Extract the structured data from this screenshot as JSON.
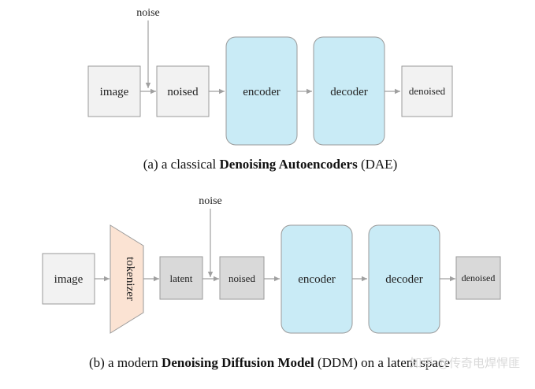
{
  "panel_a": {
    "noise_label": "noise",
    "image_label": "image",
    "noised_label": "noised",
    "encoder_label": "encoder",
    "decoder_label": "decoder",
    "denoised_label": "denoised",
    "caption_prefix": "(a) a classical ",
    "caption_bold": "Denoising Autoencoders",
    "caption_suffix": " (DAE)"
  },
  "panel_b": {
    "noise_label": "noise",
    "image_label": "image",
    "tokenizer_label": "tokenizer",
    "latent_label": "latent",
    "noised_label": "noised",
    "encoder_label": "encoder",
    "decoder_label": "decoder",
    "denoised_label": "denoised",
    "caption_prefix": "(b) a modern ",
    "caption_bold": "Denoising Diffusion Model",
    "caption_suffix": " (DDM) on a latent space"
  },
  "watermark": "知乎 @传奇电焊悍匪",
  "colors": {
    "light_box": "#f2f2f2",
    "gray_box": "#d9d9d9",
    "blue_box": "#c9ebf6",
    "tokenizer_fill": "#fbe3d3",
    "border": "#9a9a9a",
    "arrow": "#a0a0a0"
  }
}
